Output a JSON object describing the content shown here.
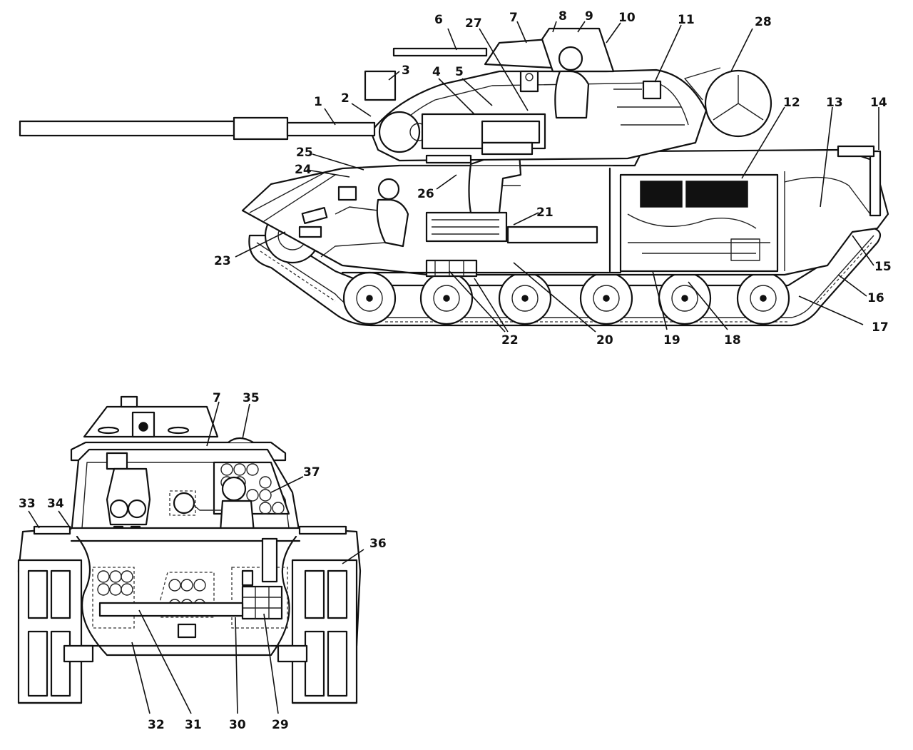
{
  "side_view": {
    "callouts": [
      {
        "id": "1",
        "text": "1"
      },
      {
        "id": "2",
        "text": "2"
      },
      {
        "id": "3",
        "text": "3"
      },
      {
        "id": "4",
        "text": "4"
      },
      {
        "id": "5",
        "text": "5"
      },
      {
        "id": "6",
        "text": "6"
      },
      {
        "id": "27",
        "text": "27"
      },
      {
        "id": "7",
        "text": "7"
      },
      {
        "id": "8",
        "text": "8"
      },
      {
        "id": "9",
        "text": "9"
      },
      {
        "id": "10",
        "text": "10"
      },
      {
        "id": "11",
        "text": "11"
      },
      {
        "id": "28",
        "text": "28"
      },
      {
        "id": "12",
        "text": "12"
      },
      {
        "id": "13",
        "text": "13"
      },
      {
        "id": "14",
        "text": "14"
      },
      {
        "id": "25",
        "text": "25"
      },
      {
        "id": "24",
        "text": "24"
      },
      {
        "id": "26",
        "text": "26"
      },
      {
        "id": "21",
        "text": "21"
      },
      {
        "id": "23",
        "text": "23"
      },
      {
        "id": "15",
        "text": "15"
      },
      {
        "id": "16",
        "text": "16"
      },
      {
        "id": "17",
        "text": "17"
      },
      {
        "id": "22",
        "text": "22"
      },
      {
        "id": "20",
        "text": "20"
      },
      {
        "id": "19",
        "text": "19"
      },
      {
        "id": "18",
        "text": "18"
      }
    ]
  },
  "front_view": {
    "callouts": [
      {
        "id": "7",
        "text": "7"
      },
      {
        "id": "35",
        "text": "35"
      },
      {
        "id": "37",
        "text": "37"
      },
      {
        "id": "33",
        "text": "33"
      },
      {
        "id": "34",
        "text": "34"
      },
      {
        "id": "36",
        "text": "36"
      },
      {
        "id": "32",
        "text": "32"
      },
      {
        "id": "31",
        "text": "31"
      },
      {
        "id": "30",
        "text": "30"
      },
      {
        "id": "29",
        "text": "29"
      }
    ]
  }
}
